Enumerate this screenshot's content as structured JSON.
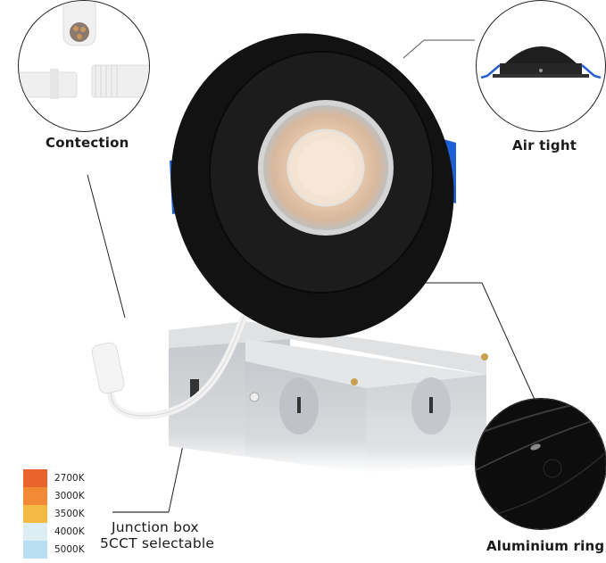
{
  "infographic": {
    "subject": "Gimbal recessed LED downlight with junction box",
    "callouts": [
      {
        "id": "connection",
        "label": "Contection"
      },
      {
        "id": "air-tight",
        "label": "Air tight"
      },
      {
        "id": "aluminium-ring",
        "label": "Aluminium ring"
      },
      {
        "id": "junction-box",
        "label_line1": "Junction box",
        "label_line2": "5CCT selectable"
      }
    ],
    "cct_legend": [
      {
        "label": "2700K",
        "color": "#e8642a"
      },
      {
        "label": "3000K",
        "color": "#f28a35"
      },
      {
        "label": "3500K",
        "color": "#f3b943"
      },
      {
        "label": "4000K",
        "color": "#dcedf3"
      },
      {
        "label": "5000K",
        "color": "#b8def3"
      }
    ],
    "colors": {
      "trim": "#141414",
      "lens": "#e8c8a8",
      "clip": "#1f5fd6",
      "box": "#c9ccd0",
      "leader_line": "#333333"
    }
  }
}
